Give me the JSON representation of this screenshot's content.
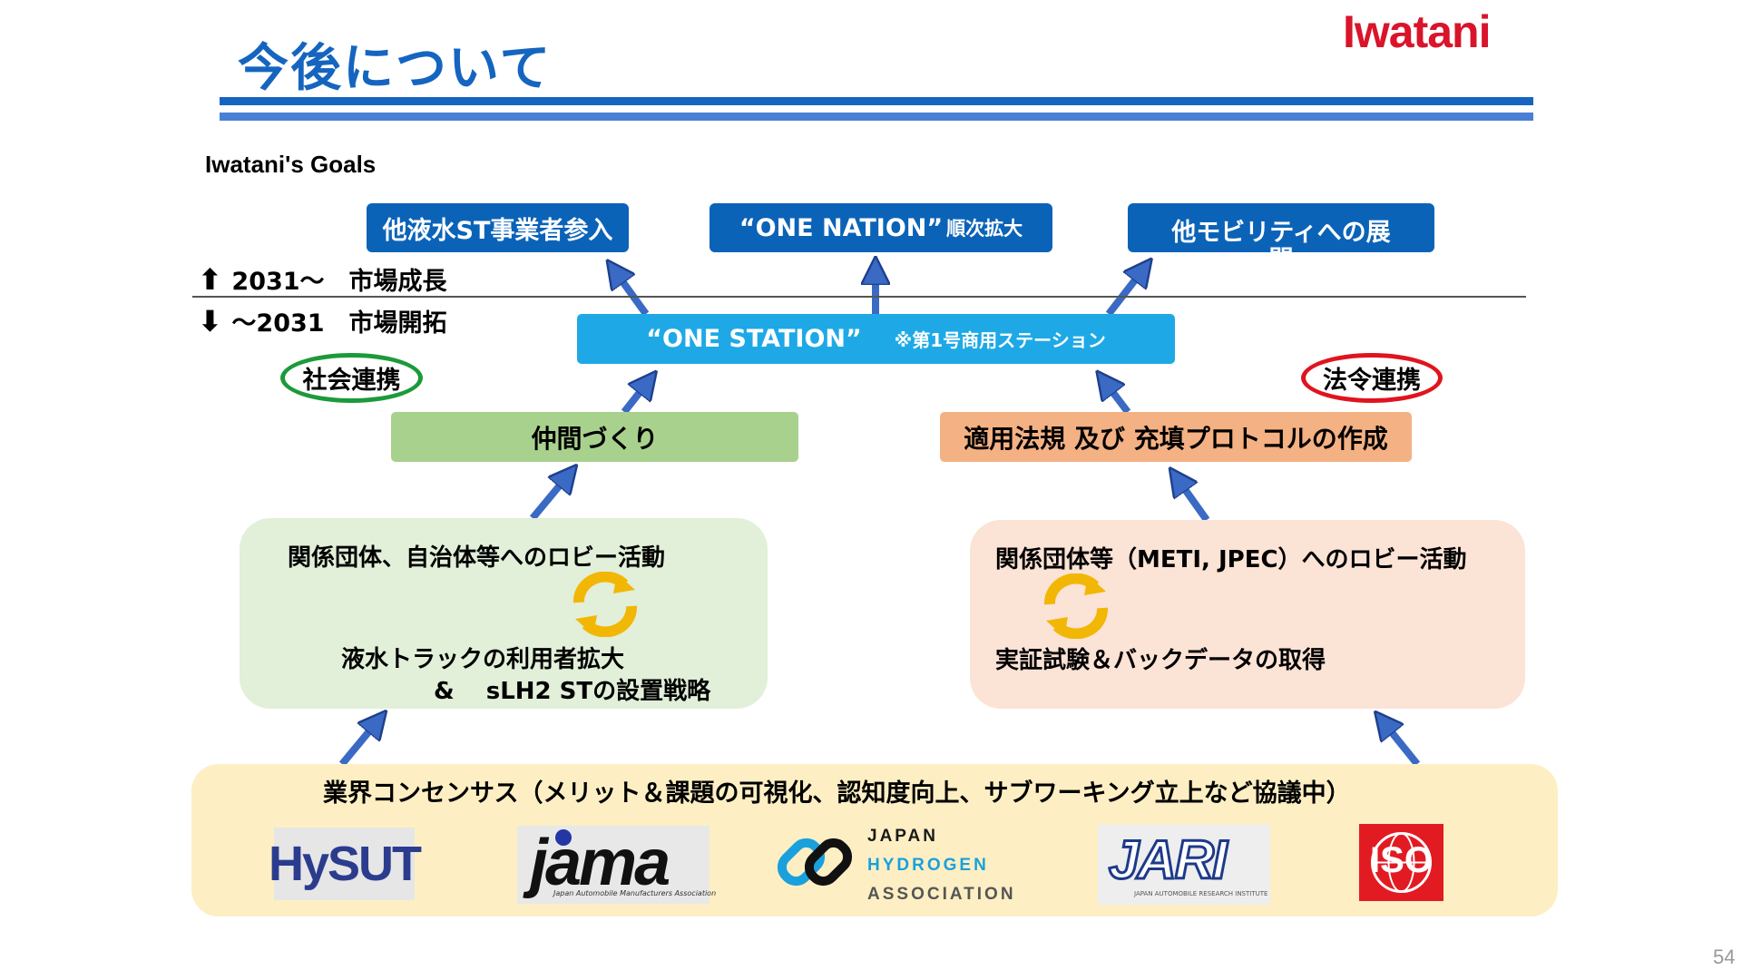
{
  "slide": {
    "title": "今後について",
    "page_number": "54",
    "colors": {
      "title": "#1565c0",
      "logo": "#d9142b",
      "arrow": "#3a6ac4",
      "top_box": "#0b63b8",
      "station": "#1ea9e6"
    }
  },
  "logo": {
    "text": "Iwatani"
  },
  "goals_label": "Iwatani's Goals",
  "top_boxes": [
    {
      "label": "他液水ST事業者参入"
    },
    {
      "label": "“ONE NATION”",
      "suffix": "順次拡大"
    },
    {
      "label": "他モビリティへの展",
      "overflow": "開"
    }
  ],
  "periods": {
    "future": {
      "arrow": "⬆",
      "label": "2031〜　市場成長"
    },
    "past": {
      "arrow": "⬇",
      "label": "〜2031　市場開拓"
    }
  },
  "station": {
    "label": "“ONE STATION”",
    "note": "※第1号商用ステーション"
  },
  "ovals": {
    "left": "社会連携",
    "right": "法令連携"
  },
  "level2": {
    "left": "仲間づくり",
    "right": "適用法規 及び 充填プロトコルの作成"
  },
  "left_panel": {
    "line1": "関係団体、自治体等へのロビー活動",
    "line2": "液水トラックの利用者拡大",
    "line3": "&　 sLH2 STの設置戦略"
  },
  "right_panel": {
    "line1": "関係団体等（METI, JPEC）へのロビー活動",
    "line2": "実証試験＆バックデータの取得"
  },
  "bottom": {
    "text": "業界コンセンサス（メリット＆課題の可視化、認知度向上、サブワーキング立上など協議中）",
    "logos": {
      "hysut": "HySUT",
      "jama": "jama",
      "jama_sub": "Japan Automobile Manufacturers Association",
      "jha": [
        "JAPAN",
        "HYDROGEN",
        "ASSOCIATION"
      ],
      "jari": "JARI",
      "jari_sub": "JAPAN AUTOMOBILE RESEARCH INSTITUTE",
      "iso": "ISO"
    }
  }
}
